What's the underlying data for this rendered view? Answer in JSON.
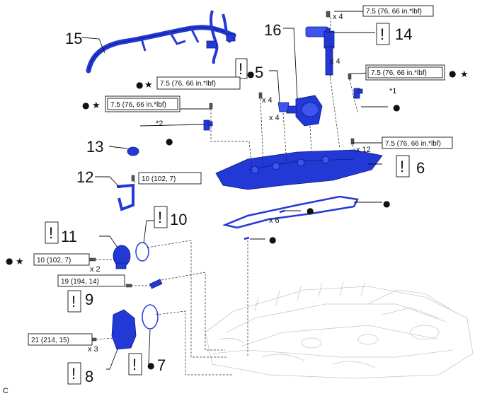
{
  "torque": {
    "coil_bolt": "7.5 (76, 66 in.*lbf)",
    "sensor1_bolt": "7.5 (76, 66 in.*lbf)",
    "bracket5_bolt": "7.5 (76, 66 in.*lbf)",
    "sensor2_bolt": "7.5 (76, 66 in.*lbf)",
    "cover_bolt": "7.5 (76, 66 in.*lbf)",
    "clamp12_bolt": "10 (102, 7)",
    "housing11_bolt": "10 (102, 7)",
    "sensor9_bolt": "19 (194, 14)",
    "pump8_bolt": "21 (214, 15)"
  },
  "qty": {
    "coil_bolt": "x 4",
    "coil": "x 4",
    "bracket5_bolt": "x 4",
    "bracket5": "x 4",
    "cover_bolt": "x 12",
    "gasket": "x 6",
    "housing11_bolt": "x 2",
    "pump8_bolt": "x 3"
  },
  "parts": {
    "p5": "5",
    "p6": "6",
    "p7": "7",
    "p8": "8",
    "p9": "9",
    "p10": "10",
    "p11": "11",
    "p12": "12",
    "p13": "13",
    "p14": "14",
    "p15": "15",
    "p16": "16"
  },
  "notes": {
    "n1": "*1",
    "n2": "*2",
    "excl": "!",
    "star": "★",
    "dot": "●"
  },
  "corner_code": "C"
}
